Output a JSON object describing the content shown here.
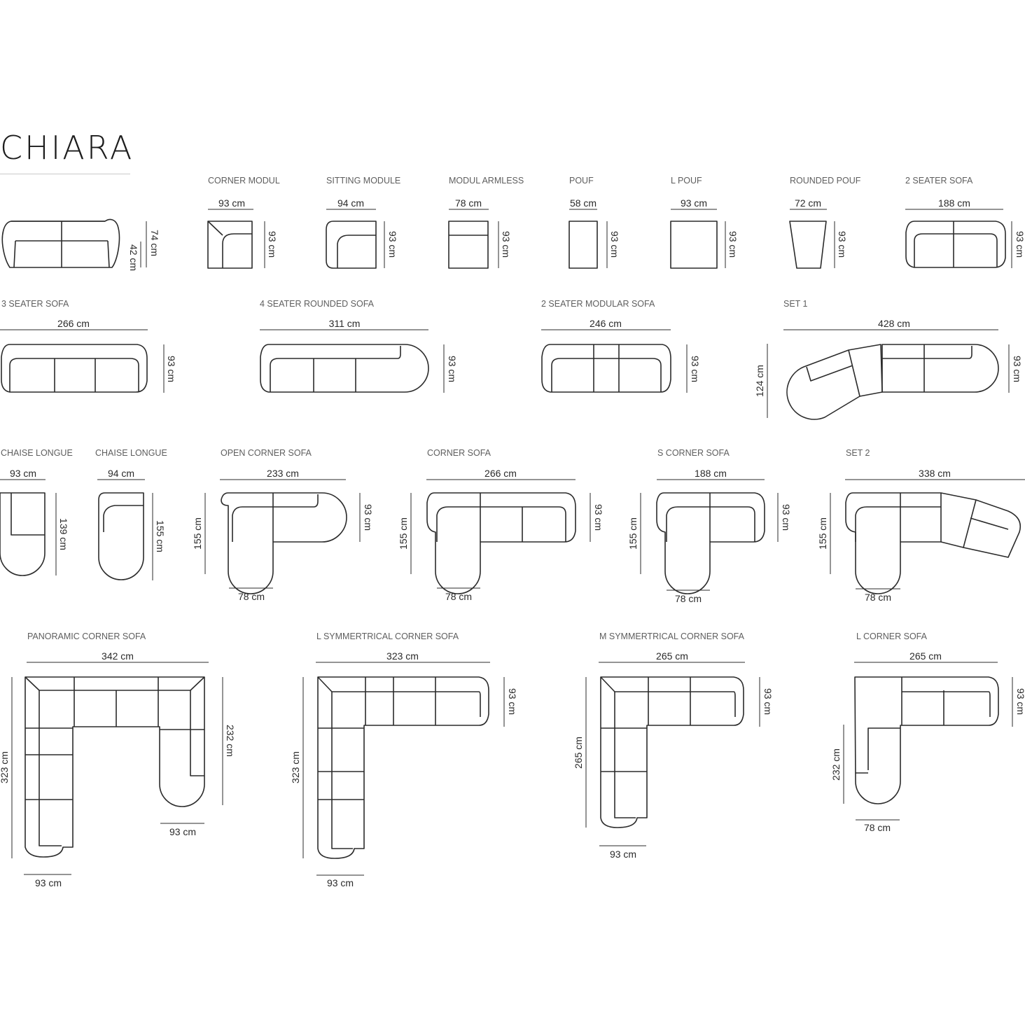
{
  "brand": "CHIARA",
  "products": [
    {
      "label": "CORNER MODUL",
      "dims": [
        "93 cm",
        "93 cm"
      ]
    },
    {
      "label": "SITTING MODULE",
      "dims": [
        "94 cm",
        "93 cm"
      ]
    },
    {
      "label": "MODUL ARMLESS",
      "dims": [
        "78 cm",
        "93 cm"
      ]
    },
    {
      "label": "POUF",
      "dims": [
        "58 cm",
        "93 cm"
      ]
    },
    {
      "label": "L POUF",
      "dims": [
        "93 cm",
        "93 cm"
      ]
    },
    {
      "label": "ROUNDED POUF",
      "dims": [
        "72 cm",
        "93 cm"
      ]
    },
    {
      "label": "2 SEATER SOFA",
      "dims": [
        "188 cm",
        "93 cm"
      ]
    },
    {
      "label": "3 SEATER SOFA",
      "dims": [
        "266 cm",
        "93 cm"
      ]
    },
    {
      "label": "4 SEATER ROUNDED SOFA",
      "dims": [
        "311 cm",
        "93 cm"
      ]
    },
    {
      "label": "2 SEATER MODULAR SOFA",
      "dims": [
        "246 cm",
        "93 cm"
      ]
    },
    {
      "label": "SET 1",
      "dims": [
        "428 cm",
        "124 cm",
        "93 cm"
      ]
    },
    {
      "label": "CHAISE LONGUE",
      "dims": [
        "93 cm",
        "139 cm"
      ]
    },
    {
      "label": "CHAISE LONGUE",
      "dims": [
        "94 cm",
        "155 cm"
      ]
    },
    {
      "label": "OPEN CORNER SOFA",
      "dims": [
        "233 cm",
        "155 cm",
        "93 cm",
        "78 cm"
      ]
    },
    {
      "label": "CORNER SOFA",
      "dims": [
        "266 cm",
        "155 cm",
        "93 cm",
        "78 cm"
      ]
    },
    {
      "label": "S CORNER SOFA",
      "dims": [
        "188 cm",
        "155 cm",
        "93 cm",
        "78 cm"
      ]
    },
    {
      "label": "SET 2",
      "dims": [
        "338 cm",
        "155 cm",
        "78 cm"
      ]
    },
    {
      "label": "PANORAMIC CORNER SOFA",
      "dims": [
        "342 cm",
        "323 cm",
        "232 cm",
        "93 cm",
        "93 cm"
      ]
    },
    {
      "label": "L SYMMERTRICAL CORNER SOFA",
      "dims": [
        "323 cm",
        "323 cm",
        "93 cm",
        "93 cm"
      ]
    },
    {
      "label": "M SYMMERTRICAL CORNER SOFA",
      "dims": [
        "265 cm",
        "265 cm",
        "93 cm",
        "93 cm"
      ]
    },
    {
      "label": "L CORNER SOFA",
      "dims": [
        "265 cm",
        "232 cm",
        "93 cm",
        "78 cm"
      ]
    }
  ],
  "front_view": {
    "dims": [
      "74 cm",
      "42 cm"
    ]
  }
}
